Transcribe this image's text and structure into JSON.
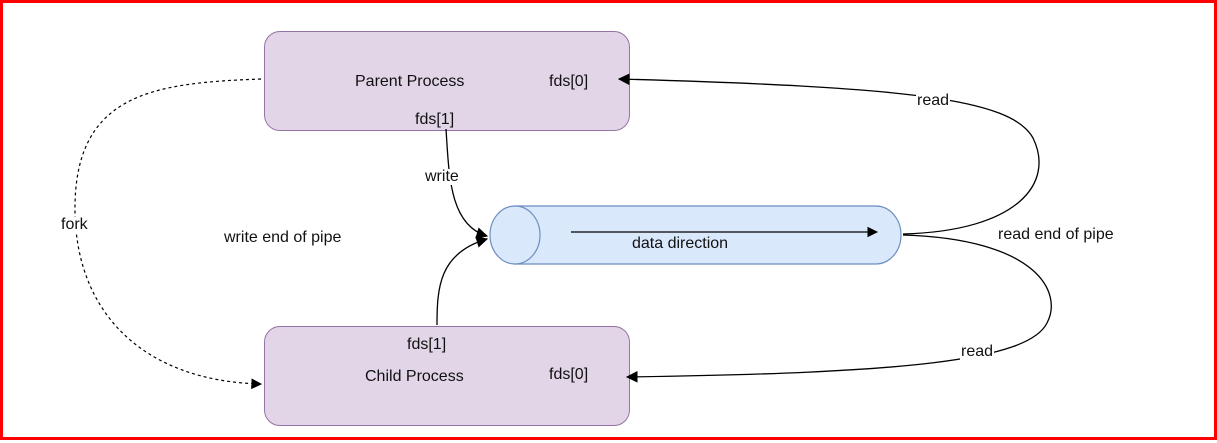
{
  "parent": {
    "title": "Parent Process",
    "fd_read": "fds[0]",
    "fd_write": "fds[1]"
  },
  "child": {
    "title": "Child Process",
    "fd_read": "fds[0]",
    "fd_write": "fds[1]"
  },
  "pipe": {
    "direction_label": "data direction"
  },
  "edges": {
    "fork": "fork",
    "write": "write",
    "read_top": "read",
    "read_bottom": "read",
    "write_end": "write end of pipe",
    "read_end": "read end of pipe"
  },
  "colors": {
    "frame_border": "#ff0000",
    "process_fill": "#e1d5e7",
    "process_stroke": "#9673a6",
    "pipe_fill": "#dae8fc",
    "pipe_stroke": "#6c8ebf"
  }
}
